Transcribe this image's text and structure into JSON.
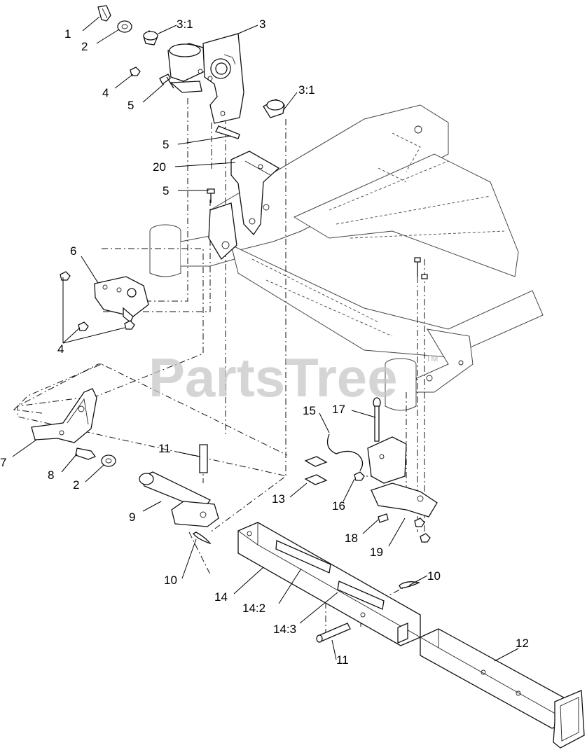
{
  "watermark": {
    "text": "PartsTree",
    "mark": "TM"
  },
  "callouts": [
    {
      "id": "c1",
      "label": "1"
    },
    {
      "id": "c2a",
      "label": "2"
    },
    {
      "id": "c31a",
      "label": "3:1"
    },
    {
      "id": "c3",
      "label": "3"
    },
    {
      "id": "c4a",
      "label": "4"
    },
    {
      "id": "c5a",
      "label": "5"
    },
    {
      "id": "c31b",
      "label": "3:1"
    },
    {
      "id": "c5b",
      "label": "5"
    },
    {
      "id": "c20",
      "label": "20"
    },
    {
      "id": "c5c",
      "label": "5"
    },
    {
      "id": "c6",
      "label": "6"
    },
    {
      "id": "c4b",
      "label": "4"
    },
    {
      "id": "c7",
      "label": "7"
    },
    {
      "id": "c8",
      "label": "8"
    },
    {
      "id": "c2b",
      "label": "2"
    },
    {
      "id": "c11a",
      "label": "11"
    },
    {
      "id": "c9",
      "label": "9"
    },
    {
      "id": "c10a",
      "label": "10"
    },
    {
      "id": "c15",
      "label": "15"
    },
    {
      "id": "c17",
      "label": "17"
    },
    {
      "id": "c13",
      "label": "13"
    },
    {
      "id": "c16",
      "label": "16"
    },
    {
      "id": "c18",
      "label": "18"
    },
    {
      "id": "c19",
      "label": "19"
    },
    {
      "id": "c14",
      "label": "14"
    },
    {
      "id": "c142",
      "label": "14:2"
    },
    {
      "id": "c143",
      "label": "14:3"
    },
    {
      "id": "c10b",
      "label": "10"
    },
    {
      "id": "c11b",
      "label": "11"
    },
    {
      "id": "c12",
      "label": "12"
    }
  ]
}
